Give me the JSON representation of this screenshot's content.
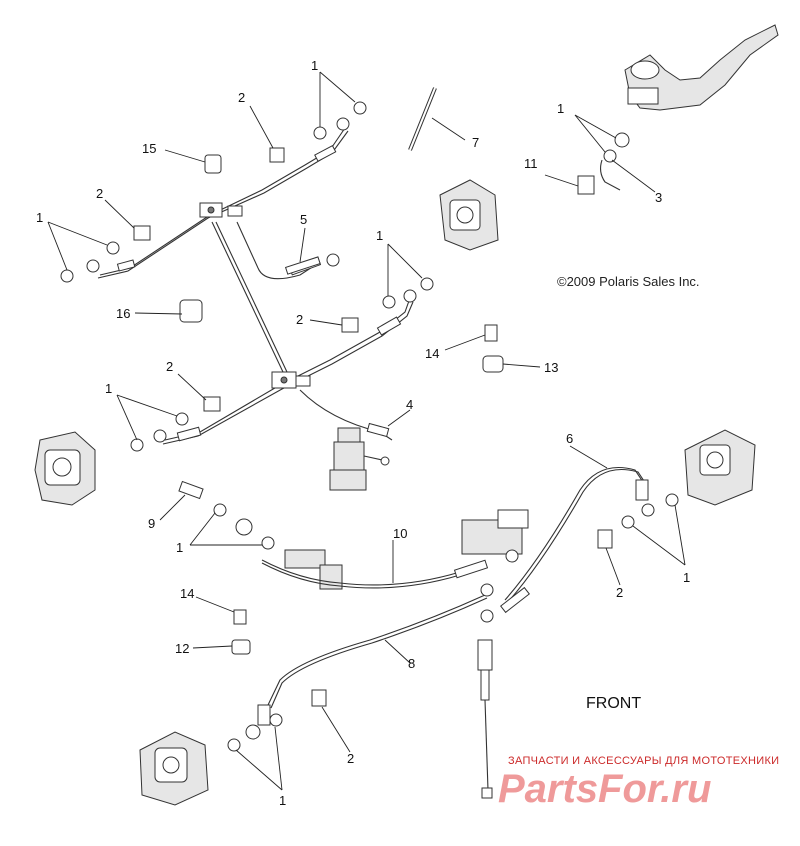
{
  "copyright": "©2009 Polaris Sales Inc.",
  "front_label": "FRONT",
  "watermark": {
    "tagline": "ЗАПЧАСТИ И АКСЕССУАРЫ ДЛЯ МОТОТЕХНИКИ",
    "logo": "PartsFor.ru"
  },
  "callouts": [
    "1",
    "2",
    "15",
    "2",
    "1",
    "7",
    "1",
    "11",
    "3",
    "5",
    "1",
    "16",
    "2",
    "14",
    "13",
    "2",
    "1",
    "4",
    "6",
    "9",
    "1",
    "10",
    "1",
    "2",
    "14",
    "12",
    "8",
    "2",
    "1"
  ]
}
